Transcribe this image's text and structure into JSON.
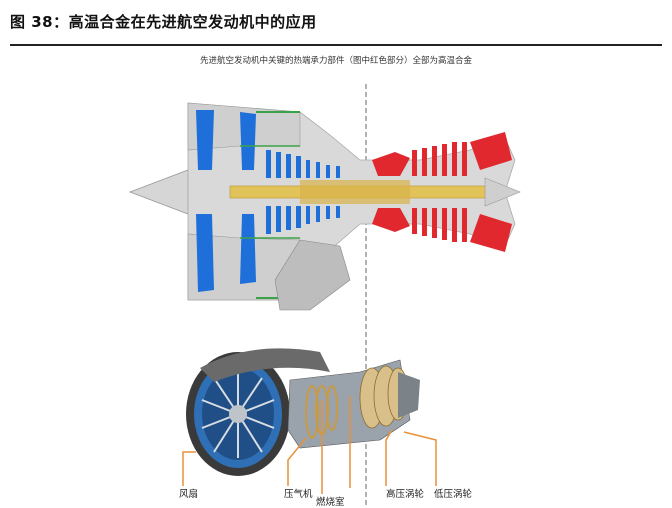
{
  "figure": {
    "title": "图 38：高温合金在先进航空发动机中的应用",
    "subtitle": "先进航空发动机中关键的热端承力部件（图中红色部分）全部为高温合金"
  },
  "engine_labels": {
    "fan": "风扇",
    "compressor": "压气机",
    "combustor": "燃烧室",
    "hp_turbine": "高压涡轮",
    "lp_turbine": "低压涡轮"
  },
  "colors": {
    "cold_section": "#1e6fd9",
    "hot_section": "#e0282e",
    "leader_lines": "#e8913a",
    "casing": "#c9c9c9"
  }
}
